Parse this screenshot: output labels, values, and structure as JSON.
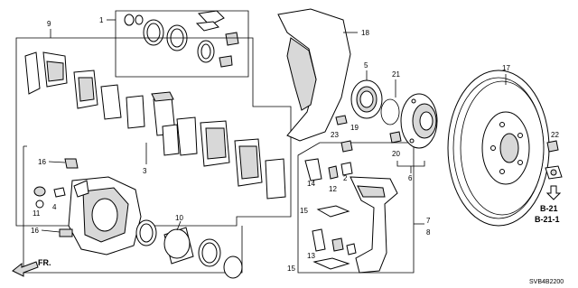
{
  "callouts": {
    "c1": "1",
    "c2": "2",
    "c3": "3",
    "c4": "4",
    "c5": "5",
    "c6": "6",
    "c7": "7",
    "c8": "8",
    "c9": "9",
    "c10": "10",
    "c11": "11",
    "c12": "12",
    "c13": "13",
    "c14": "14",
    "c15a": "15",
    "c15b": "15",
    "c16a": "16",
    "c16b": "16",
    "c17": "17",
    "c18": "18",
    "c19": "19",
    "c20": "20",
    "c21": "21",
    "c22": "22",
    "c23": "23"
  },
  "refs": {
    "r1": "B-21",
    "r2": "B-21-1"
  },
  "direction": {
    "label": "FR."
  },
  "diagram_code": "SVB4B2200"
}
